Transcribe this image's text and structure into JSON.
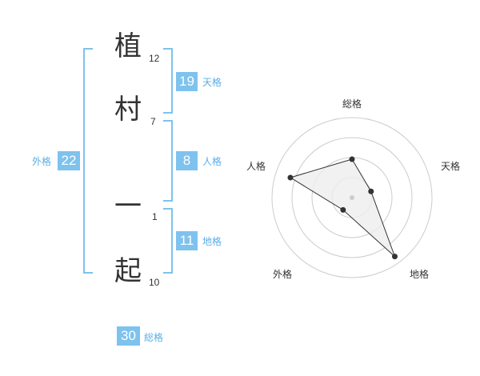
{
  "colors": {
    "accent": "#7ec2ee",
    "badge_bg": "#7ec2ee",
    "label": "#5aaee6",
    "text": "#333333",
    "grid": "#cccccc",
    "polygon_fill": "#eeeeee",
    "point": "#333333"
  },
  "name": {
    "chars": [
      {
        "char": "植",
        "strokes": "12"
      },
      {
        "char": "村",
        "strokes": "7"
      },
      {
        "char": "一",
        "strokes": "1"
      },
      {
        "char": "起",
        "strokes": "10"
      }
    ]
  },
  "kakusu": {
    "tenkaku": {
      "value": "19",
      "label": "天格"
    },
    "jinkaku": {
      "value": "8",
      "label": "人格"
    },
    "chikaku": {
      "value": "11",
      "label": "地格"
    },
    "gaikaku": {
      "value": "22",
      "label": "外格"
    },
    "soukaku": {
      "value": "30",
      "label": "総格"
    }
  },
  "chart_data": {
    "type": "radar",
    "axes": [
      "総格",
      "天格",
      "地格",
      "外格",
      "人格"
    ],
    "values": [
      0.48,
      0.25,
      0.91,
      0.19,
      0.81
    ],
    "rings": 4,
    "point_color": "#333333",
    "fill_color": "#eeeeee"
  }
}
